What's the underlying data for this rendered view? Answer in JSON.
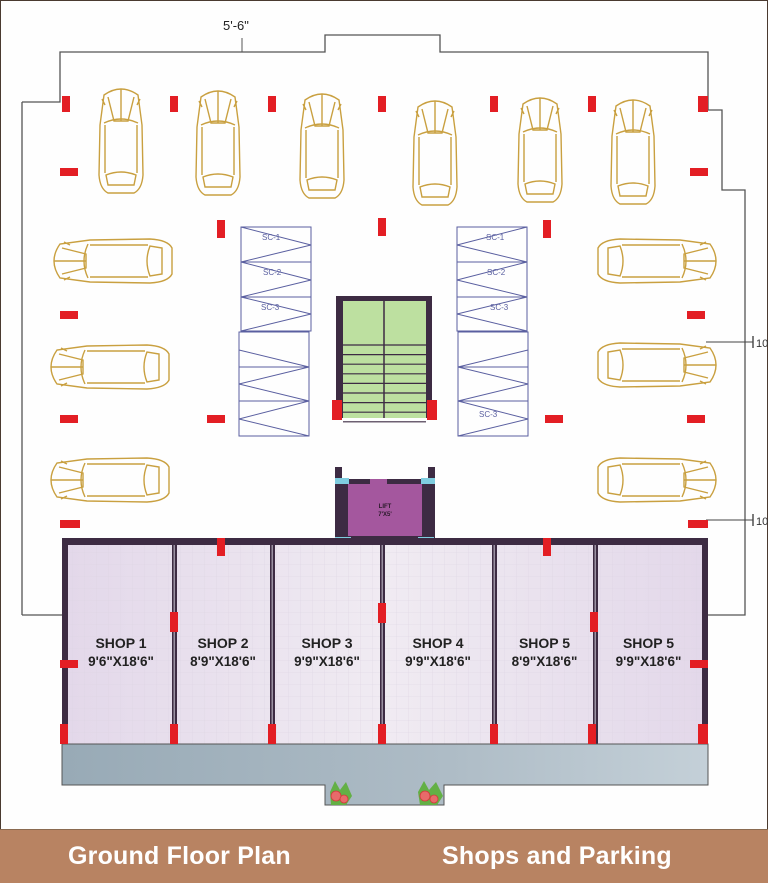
{
  "drawing": {
    "title": "Ground Floor Plan",
    "subtitle": "Shops and Parking",
    "dimension_label": "5'-6\"",
    "right_markers": [
      "10",
      "10"
    ]
  },
  "colors": {
    "footer_bg": "#b88362",
    "wall": "#3d2b43",
    "column": "#e31e24",
    "car_outline": "#c9a040",
    "stair_fill": "#bde0a0",
    "lift_fill": "#a4579e",
    "lift_door": "#7fcde0",
    "shop_fill": "#ece4ef",
    "walkway_fill": "#a8b8c4",
    "scooter_line": "#5a5fa0"
  },
  "parking": {
    "top_row_cars": 6,
    "left_side_cars": 3,
    "right_side_cars": 3,
    "scooter_left_labels": [
      "SC-1",
      "SC-2",
      "SC-3"
    ],
    "scooter_right_labels": [
      "SC-1",
      "SC-2",
      "SC-3",
      "SC-3"
    ]
  },
  "core": {
    "staircase_label": "",
    "lift_label": "LIFT",
    "lift_size": "7'X5'"
  },
  "shops": [
    {
      "name": "SHOP 1",
      "size": "9'6\"X18'6\""
    },
    {
      "name": "SHOP 2",
      "size": "8'9\"X18'6\""
    },
    {
      "name": "SHOP 3",
      "size": "9'9\"X18'6\""
    },
    {
      "name": "SHOP 4",
      "size": "9'9\"X18'6\""
    },
    {
      "name": "SHOP 5",
      "size": "8'9\"X18'6\""
    },
    {
      "name": "SHOP 5",
      "size": "9'9\"X18'6\""
    }
  ]
}
